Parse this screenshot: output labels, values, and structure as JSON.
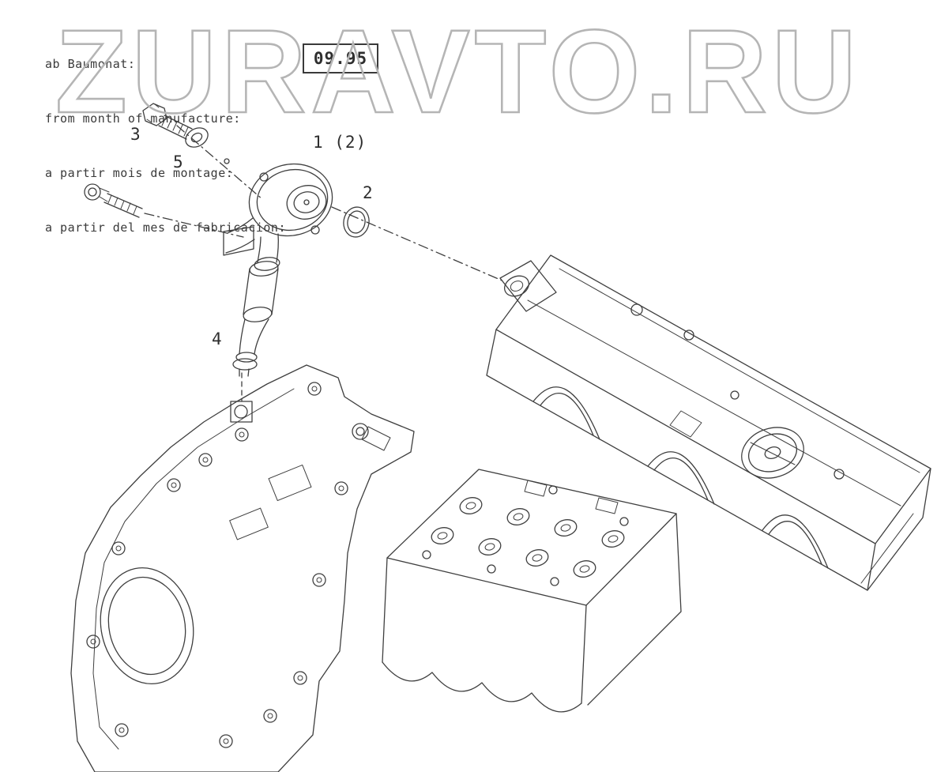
{
  "header": {
    "lines": [
      "ab Baumonat:",
      "from month of manufacture:",
      "a partir mois de montage:",
      "a partir del mes de fabricacion:"
    ],
    "date_value": "09.95"
  },
  "watermark": {
    "text": "ZURAVTO.RU",
    "color": "#b5b5b5"
  },
  "callouts": [
    {
      "part": "mounting-bolt",
      "label": "3"
    },
    {
      "part": "washer",
      "label": "5"
    },
    {
      "part": "breather-assembly",
      "label": "1 (2)"
    },
    {
      "part": "gasket-ring",
      "label": "2"
    },
    {
      "part": "oil-filler-tube",
      "label": "4"
    }
  ],
  "diagram": {
    "line_color": "#3f3f3f",
    "parts": [
      "mounting-bolt",
      "flange-bolt",
      "washer",
      "breather-assembly",
      "gasket-ring",
      "oil-filler-tube",
      "valve-cover",
      "cylinder-head",
      "engine-front-cover"
    ]
  }
}
